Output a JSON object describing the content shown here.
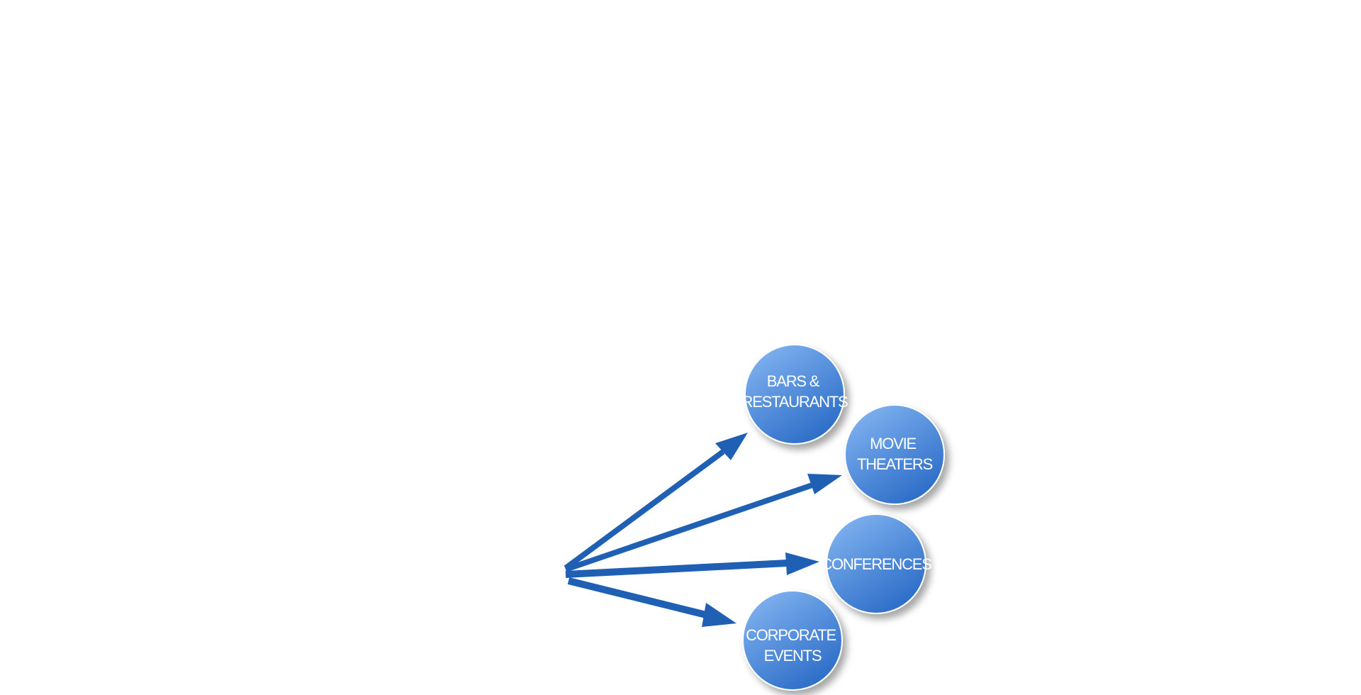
{
  "colors": {
    "arrow": "#2060B4",
    "circle_light": "#7DB0EE",
    "circle_dark": "#2A6BC7",
    "circle_border": "#FFFFFF",
    "label": "#FFFFFF"
  },
  "nodes": [
    {
      "id": "bars-restaurants",
      "lines": [
        "BARS &",
        "RESTAURANTS"
      ]
    },
    {
      "id": "movie-theaters",
      "lines": [
        "MOVIE",
        "THEATERS"
      ]
    },
    {
      "id": "conferences",
      "lines": [
        "CONFERENCES"
      ]
    },
    {
      "id": "corporate-events",
      "lines": [
        "CORPORATE",
        "EVENTS"
      ]
    }
  ]
}
